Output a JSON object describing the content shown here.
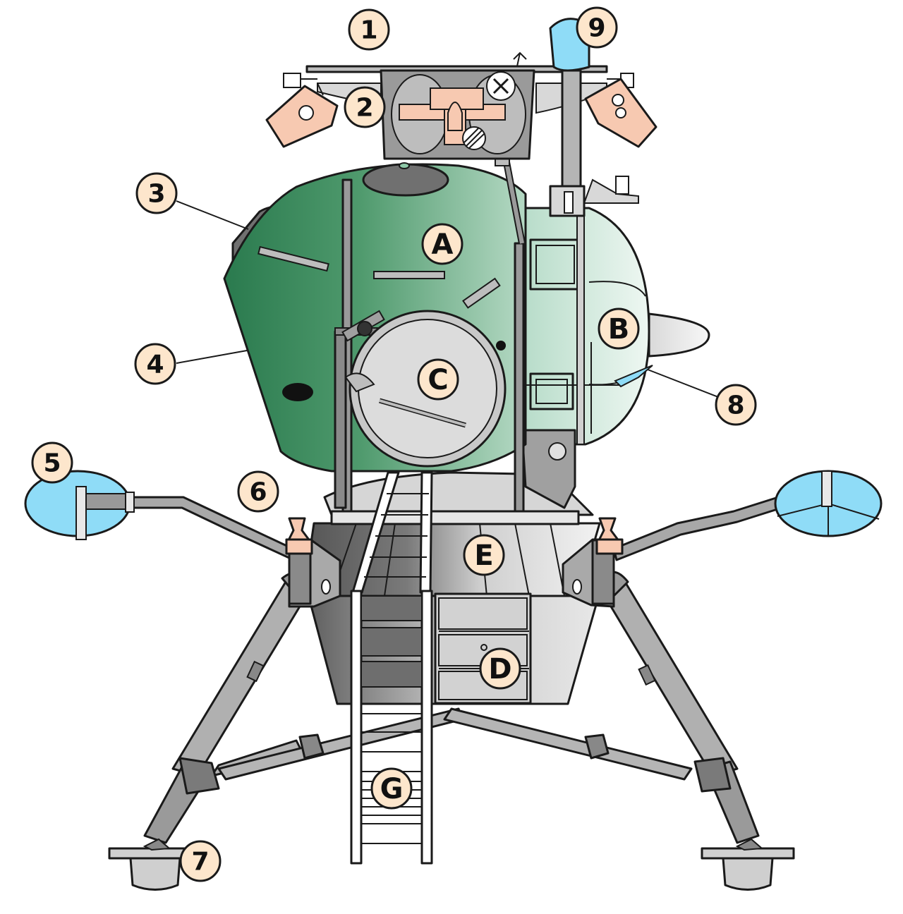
{
  "callouts": [
    {
      "id": "1",
      "label": "1"
    },
    {
      "id": "2",
      "label": "2"
    },
    {
      "id": "3",
      "label": "3"
    },
    {
      "id": "4",
      "label": "4"
    },
    {
      "id": "5",
      "label": "5"
    },
    {
      "id": "6",
      "label": "6"
    },
    {
      "id": "7",
      "label": "7"
    },
    {
      "id": "8",
      "label": "8"
    },
    {
      "id": "9",
      "label": "9"
    }
  ],
  "section_letters": [
    "A",
    "B",
    "C",
    "D",
    "E",
    "G"
  ],
  "colors": {
    "capsule_green_dark": "#2f7d52",
    "capsule_green_light": "#b8dcc8",
    "module_b_tint": "#cfe8dc",
    "hatch_gray": "#d4d4d4",
    "frame_gray": "#9e9e9e",
    "dark_gray": "#6e6e6e",
    "tank_blue": "#8fdcf7",
    "peach": "#f7c9b1",
    "callout_fill": "#fde6cc"
  }
}
